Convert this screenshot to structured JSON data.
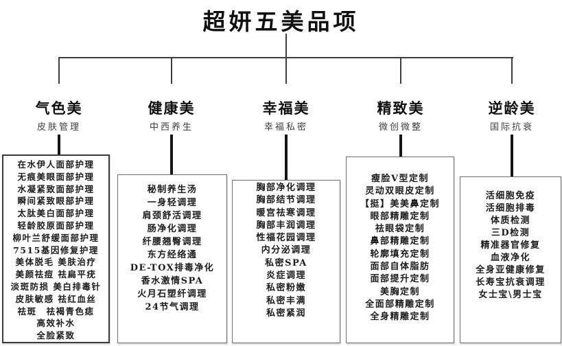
{
  "title": "超妍五美品项",
  "branches": [
    {
      "name": "气色美",
      "subtitle": "皮肤管理",
      "items": [
        "在水伊人面部护理",
        "无痕美眼面部护理",
        "水凝紧致面部护理",
        "瞬间紧致眼部护理",
        "太肽美白面部护理",
        "轻龄胶原面部护理",
        "柳叶兰舒缓面部护理",
        "7515基因修复护理",
        "美体脱毛 美肤治疗",
        "美颜祛痘 祛扁平疣",
        "淡斑防损 美白排毒针",
        "皮肤敏感 祛红血丝",
        "祛斑　祛褐青色痣",
        "高效补水",
        "全脸紧致"
      ]
    },
    {
      "name": "健康美",
      "subtitle": "中西养生",
      "items": [
        "秘制养生汤",
        "一身轻调理",
        "肩颈舒活调理",
        "肠净化调理",
        "纤腰翘臀调理",
        "东方经络通",
        "DE-TOX排毒净化",
        "香水激情SPA",
        "火月石塑纤调理",
        "24节气调理"
      ]
    },
    {
      "name": "幸福美",
      "subtitle": "幸福私密",
      "items": [
        "胸部净化调理",
        "胸部结节调理",
        "暖宫祛寒调理",
        "胸部丰润调理",
        "性福花园调理",
        "内分泌调理",
        "私密SPA",
        "炎症调理",
        "私密粉嫩",
        "私密丰满",
        "私密紧润"
      ]
    },
    {
      "name": "精致美",
      "subtitle": "微创微整",
      "items": [
        "瘦脸V型定制",
        "灵动双眼皮定制",
        "【挺】美美鼻定制",
        "眼部精雕定制",
        "祛眼袋定制",
        "鼻部精雕定制",
        "轮廓填充定制",
        "面部自体脂肪",
        "面部提升定制",
        "美胸定制",
        "全面部精雕定制",
        "全身精雕定制"
      ]
    },
    {
      "name": "逆龄美",
      "subtitle": "国际抗衰",
      "items": [
        "活细胞免疫",
        "活细胞排毒",
        "体质检测",
        "三D检测",
        "精准器官修复",
        "血液净化",
        "全身亚健康修复",
        "长寿宝抗衰调理",
        "女士宝\\男士宝"
      ]
    }
  ],
  "colors": {
    "line": "#3d3d3d",
    "text": "#1c1c1c",
    "subtitle": "#3f3f3f"
  }
}
